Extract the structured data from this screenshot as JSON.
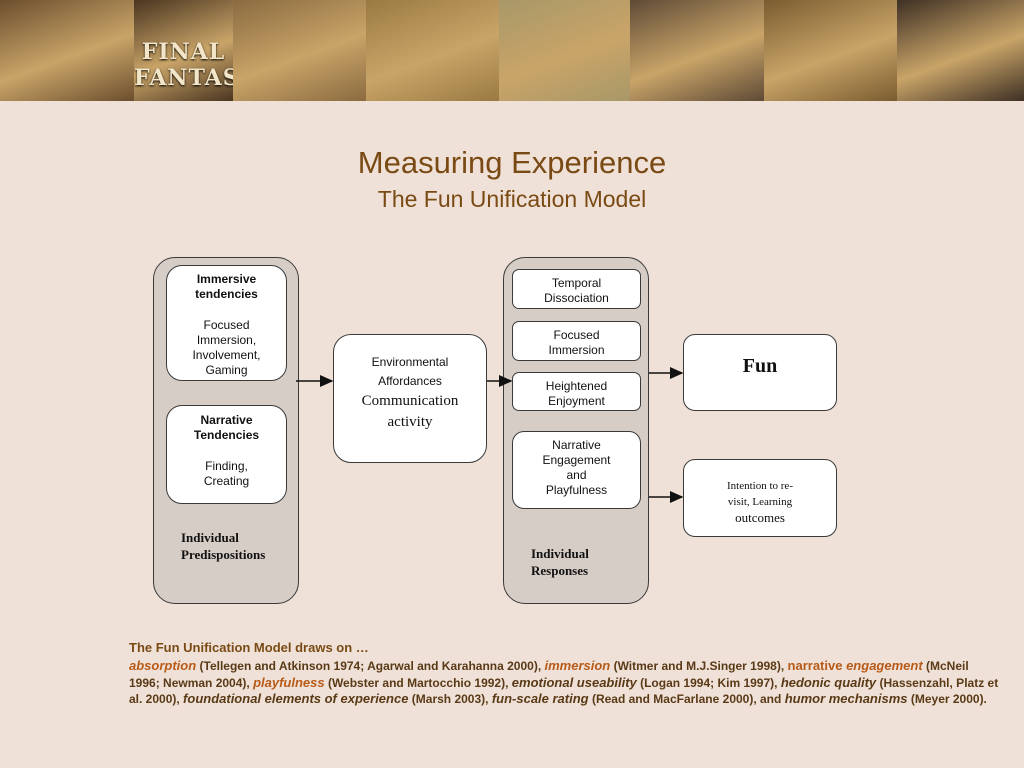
{
  "banner": {
    "tiles": [
      {
        "name": "pirate-characters-image",
        "label": "",
        "color": "#6b4e2e",
        "width": 134
      },
      {
        "name": "final-fantasy-poster-image",
        "label": "FINAL FANTASY",
        "color": "#4a3520",
        "width": 99
      },
      {
        "name": "adventure-game-screen-image",
        "label": "",
        "color": "#8a6a40",
        "width": 133
      },
      {
        "name": "lan-party-photo-image",
        "label": "",
        "color": "#9a7a42",
        "width": 133
      },
      {
        "name": "tennis-game-image",
        "label": "",
        "color": "#a89868",
        "width": 131
      },
      {
        "name": "cockpit-view-image",
        "label": "",
        "color": "#5e4a36",
        "width": 134
      },
      {
        "name": "strategy-game-image",
        "label": "",
        "color": "#7a5c30",
        "width": 133
      },
      {
        "name": "fantasy-face-image",
        "label": "",
        "color": "#3e3024",
        "width": 127
      }
    ]
  },
  "title": {
    "main": "Measuring Experience",
    "sub": "The Fun Unification Model"
  },
  "diagram": {
    "left_group_label_1": "Individual",
    "left_group_label_2": "Predispositions",
    "immersive_title_1": "Immersive",
    "immersive_title_2": "tendencies",
    "immersive_body_1": "Focused",
    "immersive_body_2": "Immersion,",
    "immersive_body_3": "Involvement,",
    "immersive_body_4": "Gaming",
    "narrative_title_1": "Narrative",
    "narrative_title_2": "Tendencies",
    "narrative_body_1": "Finding,",
    "narrative_body_2": "Creating",
    "env_1": "Environmental",
    "env_2": "Affordances",
    "env_3": "Communication",
    "env_4": "activity",
    "resp_1a": "Temporal",
    "resp_1b": "Dissociation",
    "resp_2a": "Focused",
    "resp_2b": "Immersion",
    "resp_3a": "Heightened",
    "resp_3b": "Enjoyment",
    "resp_4a": "Narrative",
    "resp_4b": "Engagement",
    "resp_4c": "and",
    "resp_4d": "Playfulness",
    "right_group_label_1": "Individual",
    "right_group_label_2": "Responses",
    "fun": "Fun",
    "out_1": "Intention to re-",
    "out_2": "visit, Learning",
    "out_3": "outcomes"
  },
  "caption": {
    "heading": "The Fun Unification Model draws on …",
    "absorption": "absorption",
    "absorption_ref": " (Tellegen and Atkinson 1974; Agarwal and Karahanna 2000), ",
    "immersion": "immersion",
    "immersion_ref": " (Witmer and M.J.Singer 1998), ",
    "narrative": "narrative ",
    "engagement": "engagement",
    "engagement_ref": " (McNeil 1996; Newman 2004), ",
    "playfulness": "playfulness",
    "playfulness_ref": " (Webster and Martocchio 1992), ",
    "emotional": "emotional useability",
    "emotional_ref": " (Logan 1994; Kim 1997), ",
    "hedonic": "hedonic quality",
    "hedonic_ref": " (Hassenzahl, Platz et al. 2000), ",
    "foundational": "foundational elements of experience",
    "foundational_ref": " (Marsh 2003), ",
    "funscale": "fun-scale rating",
    "funscale_ref": " (Read and MacFarlane 2000), and ",
    "humor": "humor mechanisms",
    "humor_ref": " (Meyer 2000)."
  },
  "colors": {
    "title": "#7a4a14",
    "caption_highlight": "#b85a18",
    "background": "#efe1d7"
  }
}
